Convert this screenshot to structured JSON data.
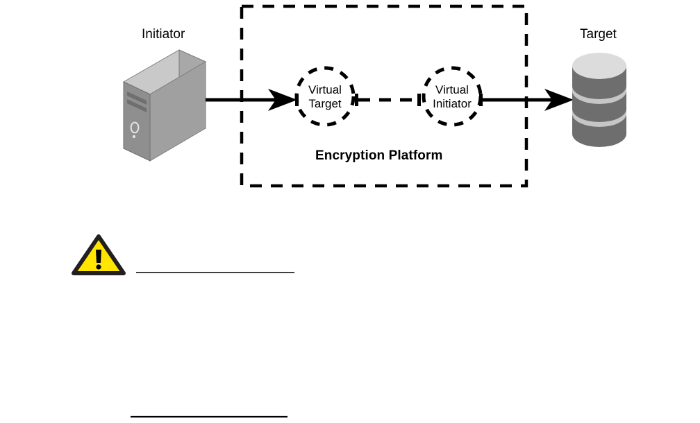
{
  "diagram": {
    "title_text": "Encryption Platform",
    "nodes": {
      "initiator": {
        "label": "Initiator",
        "icon": "server-tower-icon",
        "colors": {
          "top": "#c9c9c9",
          "side": "#8a8a8a",
          "front": "#9e9e9e"
        }
      },
      "target": {
        "label": "Target",
        "icon": "storage-cylinder-icon",
        "colors": {
          "top": "#dcdcdc",
          "body": "#6e6e6e",
          "band": "#c2c2c2"
        }
      },
      "virtual_target": {
        "line1": "Virtual",
        "line2": "Target",
        "shape": "dashed-circle"
      },
      "virtual_initiator": {
        "line1": "Virtual",
        "line2": "Initiator",
        "shape": "dashed-circle"
      }
    },
    "boundary": {
      "name": "encryption-platform-boundary",
      "style": "dashed-rectangle",
      "stroke": "#000000"
    },
    "connectors": [
      {
        "name": "initiator-to-virtual-target",
        "style": "solid-arrow",
        "direction": "right"
      },
      {
        "name": "virtual-target-to-virtual-initiator",
        "style": "dashed-link",
        "direction": "none"
      },
      {
        "name": "virtual-initiator-to-target",
        "style": "solid-arrow",
        "direction": "right"
      }
    ]
  },
  "note": {
    "icon": "warning-triangle-icon",
    "icon_colors": {
      "fill": "#FFE500",
      "stroke": "#231f20"
    },
    "rule_present": true
  },
  "footer": {
    "rule_present": true
  },
  "colors": {
    "background": "#ffffff",
    "stroke": "#000000",
    "warning_yellow": "#FFE500"
  }
}
